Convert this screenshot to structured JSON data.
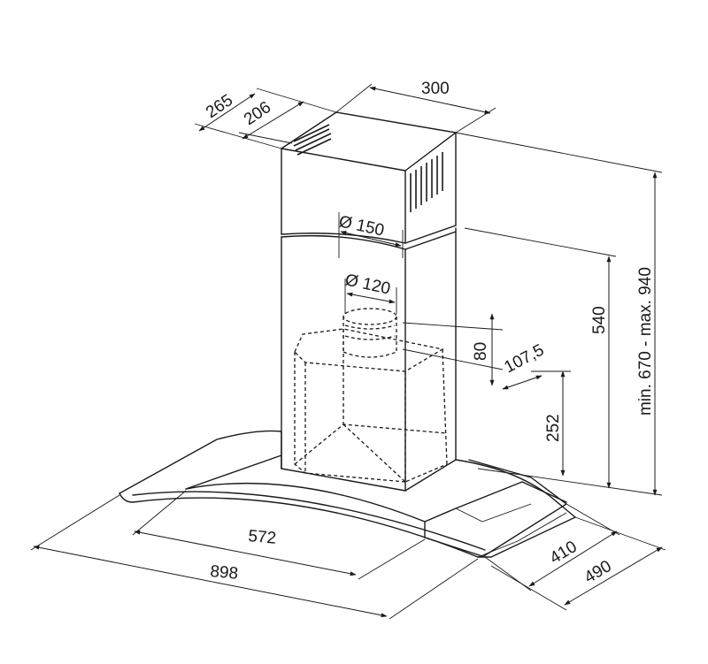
{
  "diagram": {
    "background": "#ffffff",
    "line_color": "#1a1a1a",
    "dimensions": {
      "chimney_depth_outer": "265",
      "chimney_depth_inner": "206",
      "chimney_width": "300",
      "duct_diameter_outer": "Ø 150",
      "duct_diameter_inner": "Ø 120",
      "total_height_range": "min. 670 - max. 940",
      "lower_chimney_height": "540",
      "collar_height": "80",
      "collar_offset": "107,5",
      "body_height": "252",
      "glass_width": "572",
      "total_width": "898",
      "glass_depth": "410",
      "total_depth": "490"
    }
  }
}
